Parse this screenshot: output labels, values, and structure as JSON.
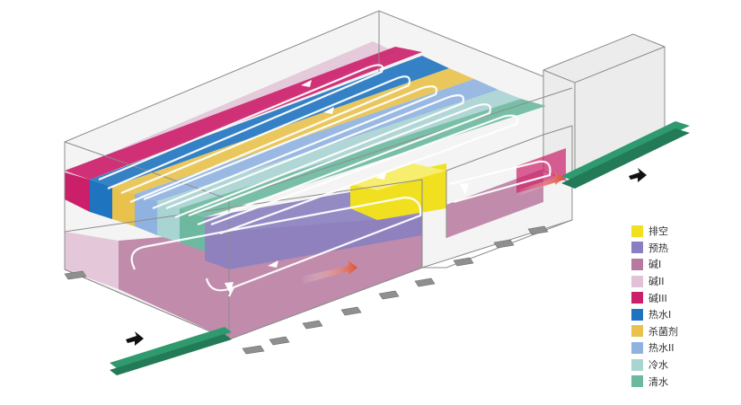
{
  "legend": [
    {
      "label": "排空",
      "color": "#f0e020"
    },
    {
      "label": "预热",
      "color": "#8a7fc0"
    },
    {
      "label": "碱I",
      "color": "#b7799f"
    },
    {
      "label": "碱II",
      "color": "#e2c2d6"
    },
    {
      "label": "碱III",
      "color": "#cc1f6a"
    },
    {
      "label": "热水I",
      "color": "#1f74c0"
    },
    {
      "label": "杀菌剂",
      "color": "#e8c24d"
    },
    {
      "label": "热水II",
      "color": "#8fb2e0"
    },
    {
      "label": "冷水",
      "color": "#a8d4d2"
    },
    {
      "label": "清水",
      "color": "#6cb9a0"
    }
  ],
  "conveyor_color": "#2e9a6e",
  "arrow_icon": "inlet-arrow-icon"
}
